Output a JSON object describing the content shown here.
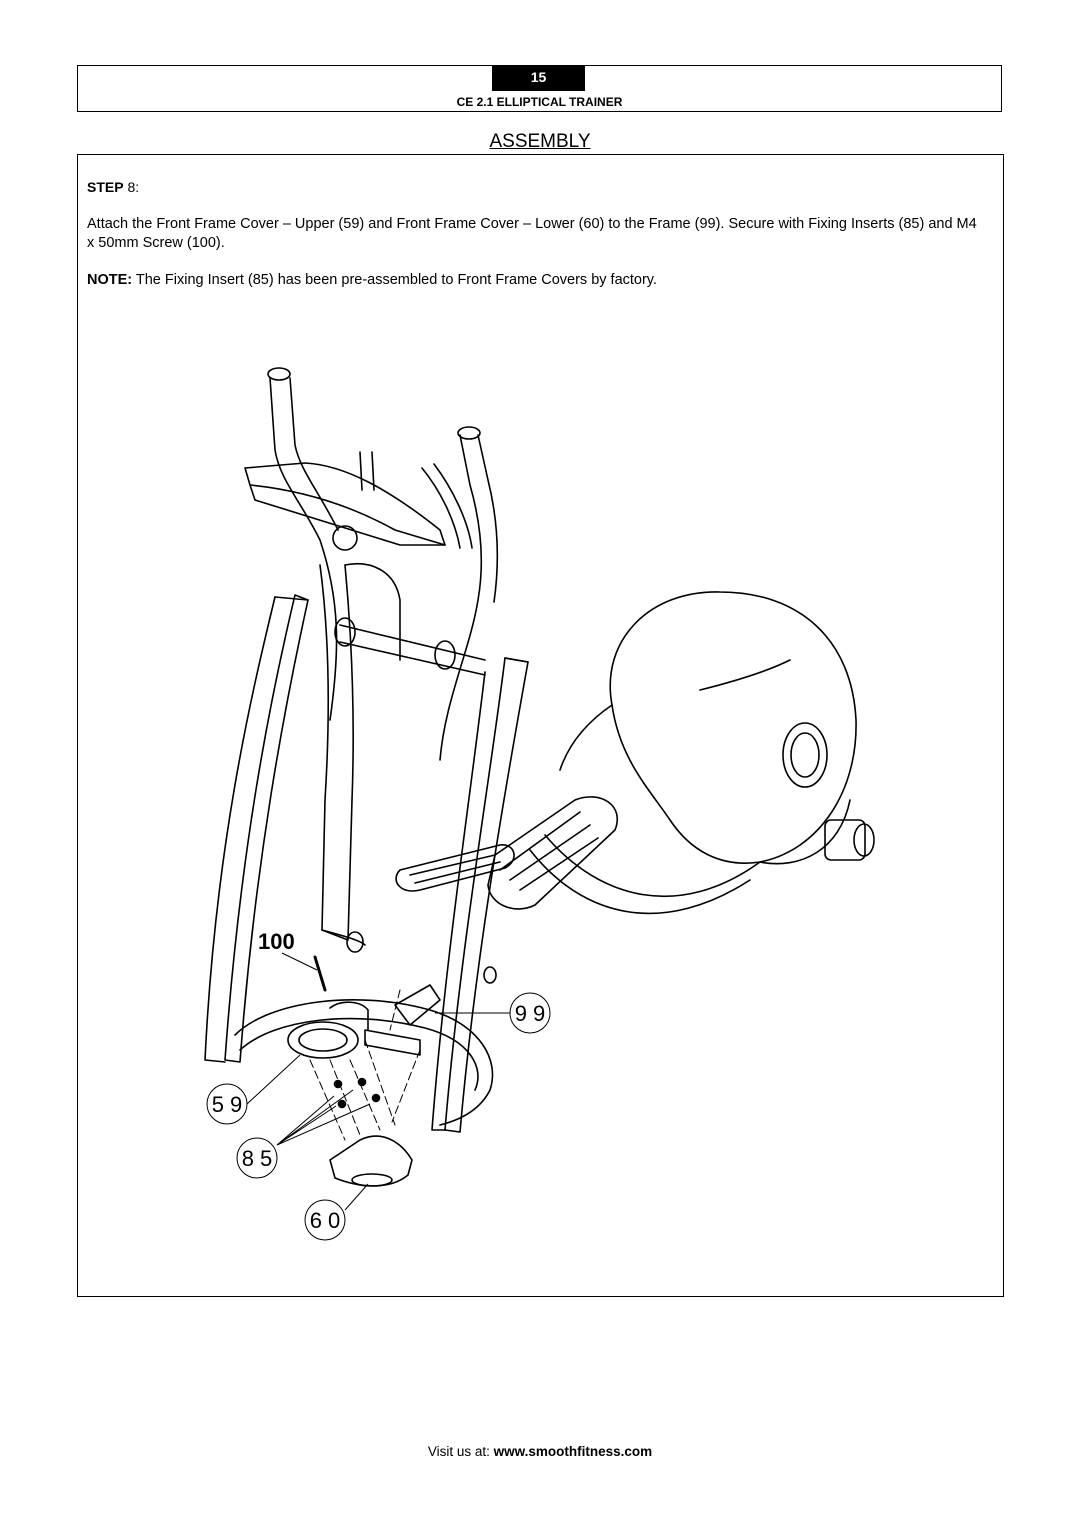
{
  "header": {
    "page_number": "15",
    "doc_title": "CE  2.1 ELLIPTICAL TRAINER"
  },
  "section_title": "ASSEMBLY",
  "step": {
    "label": "STEP",
    "number": "8",
    "instruction": "Attach the Front Frame Cover – Upper (59) and Front Frame Cover – Lower (60) to the Frame (99).  Secure with Fixing Inserts (85) and M4 x 50mm Screw (100).",
    "note_label": "NOTE:",
    "note_text": " The Fixing Insert (85) has been pre-assembled to Front Frame Covers by factory."
  },
  "diagram": {
    "callouts": {
      "screw": "100",
      "frame": "9 9",
      "upper_cover": "5 9",
      "fixing_insert": "8 5",
      "lower_cover": "6 0"
    }
  },
  "footer": {
    "prefix": "Visit us at: ",
    "url": "www.smoothfitness.com"
  }
}
